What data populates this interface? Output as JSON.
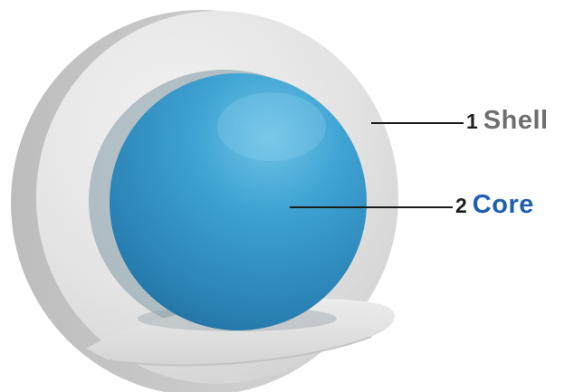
{
  "layers": [
    {
      "number": "1",
      "name": "Shell",
      "color": "#6f6f6f"
    },
    {
      "number": "2",
      "name": "Core",
      "color": "#1f5fb0"
    }
  ],
  "colors": {
    "shell_fill": "#e6e6e6",
    "core_fill": "#3a9ccb",
    "leader_line": "#1a1a1a"
  }
}
